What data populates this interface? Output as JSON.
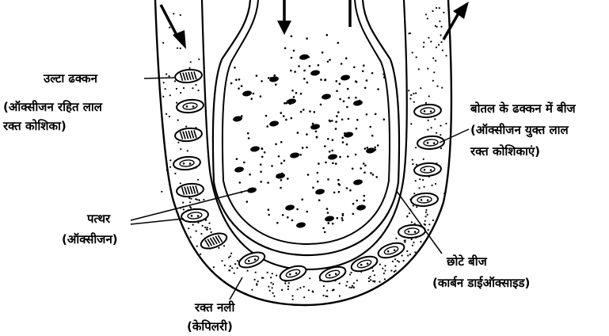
{
  "labels": {
    "upside_down_cap": "उल्टा ढक्कन",
    "deoxygenated_line1": "(ऑक्सीजन रहित लाल",
    "deoxygenated_line2": "रक्त कोशिका)",
    "bottle_cap_seeds": "बोतल के ढक्कन में बीज",
    "oxygenated_line1": "(ऑक्सीजन युक्त लाल",
    "oxygenated_line2": "रक्त कोशिकाएं)",
    "stone": "पत्थर",
    "oxygen": "(ऑक्सीजन)",
    "small_seeds": "छोटे बीज",
    "carbon_dioxide": "(कार्बन डाईऑक्साइड)",
    "blood_vessel": "रक्त नली",
    "capillary": "(केपिलरी)"
  }
}
